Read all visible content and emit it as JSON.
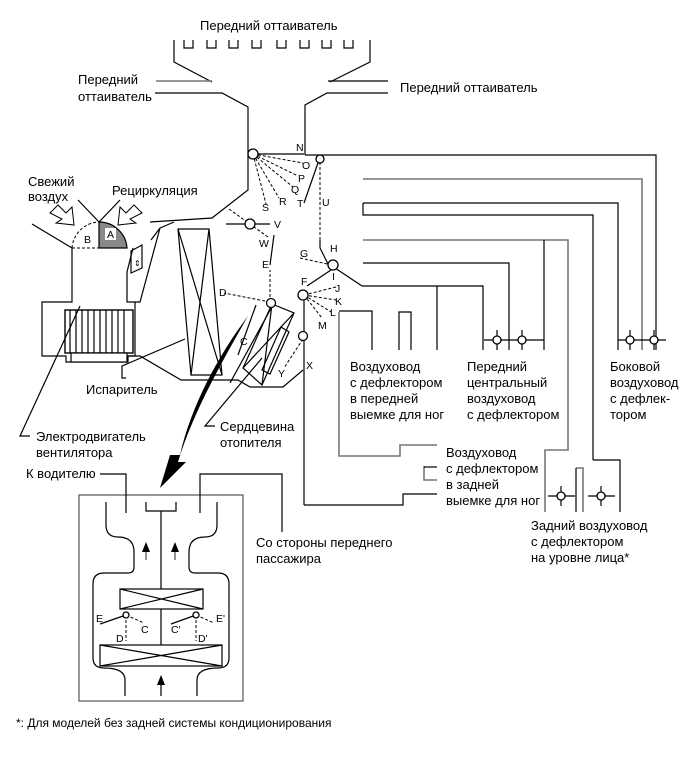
{
  "title": "Схема воздуховодов системы кондиционирования",
  "labels": {
    "front_defroster_top": "Передний оттаиватель",
    "front_defroster_left_1": "Передний",
    "front_defroster_left_2": "оттаиватель",
    "front_defroster_right": "Передний оттаиватель",
    "fresh_air_1": "Свежий",
    "fresh_air_2": "воздух",
    "recirculation": "Рециркуляция",
    "evaporator": "Испаритель",
    "heater_core_1": "Сердцевина",
    "heater_core_2": "отопителя",
    "blower_motor_1": "Электродвигатель",
    "blower_motor_2": "вентилятора",
    "to_driver": "К водителю",
    "passenger_side_1": "Со стороны переднего",
    "passenger_side_2": "пассажира",
    "front_foot_1": "Воздуховод",
    "front_foot_2": "с дефлектором",
    "front_foot_3": "в передней",
    "front_foot_4": "выемке для ног",
    "front_center_1": "Передний",
    "front_center_2": "центральный",
    "front_center_3": "воздуховод",
    "front_center_4": "с дефлектором",
    "side_1": "Боковой",
    "side_2": "воздуховод",
    "side_3": "с дефлек-",
    "side_4": "тором",
    "rear_foot_1": "Воздуховод",
    "rear_foot_2": "с дефлектором",
    "rear_foot_3": "в задней",
    "rear_foot_4": "выемке для ног",
    "rear_face_1": "Задний воздуховод",
    "rear_face_2": "с дефлектором",
    "rear_face_3": "на уровне лица*",
    "footnote": "*: Для моделей без задней системы кондиционирования"
  },
  "damper_letters": {
    "A": "A",
    "B": "B",
    "C": "C",
    "D": "D",
    "E": "E",
    "F": "F",
    "G": "G",
    "H": "H",
    "I": "I",
    "J": "J",
    "K": "K",
    "L": "L",
    "M": "M",
    "N": "N",
    "O": "O",
    "P": "P",
    "Q": "Q",
    "R": "R",
    "S": "S",
    "T": "T",
    "U": "U",
    "V": "V",
    "W": "W",
    "X": "X",
    "Y": "Y"
  },
  "inset_letters": {
    "E": "E",
    "C": "C",
    "D": "D",
    "C2": "C'",
    "D2": "D'",
    "E2": "E'"
  },
  "colors": {
    "line": "#000000",
    "duct_gray": "#777777",
    "damper_fill": "#888888",
    "arrow": "#000000",
    "background": "#ffffff"
  }
}
